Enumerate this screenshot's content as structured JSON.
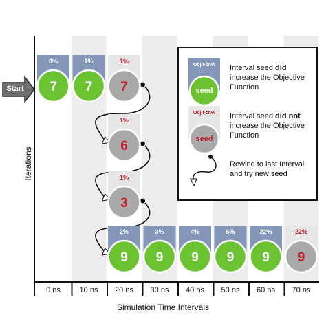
{
  "x_axis": {
    "label": "Simulation Time Intervals",
    "ticks": [
      "0 ns",
      "10 ns",
      "20 ns",
      "30 ns",
      "40 ns",
      "50 ns",
      "60 ns",
      "70 ns"
    ]
  },
  "y_axis": {
    "label": "Iterations"
  },
  "start_label": "Start",
  "rows": [
    {
      "cells": [
        {
          "interval": 0,
          "value": "7",
          "pct": "0%",
          "improved": true
        },
        {
          "interval": 1,
          "value": "7",
          "pct": "1%",
          "improved": true
        },
        {
          "interval": 2,
          "value": "7",
          "pct": "1%",
          "improved": false
        }
      ]
    },
    {
      "cells": [
        {
          "interval": 2,
          "value": "6",
          "pct": "1%",
          "improved": false
        }
      ]
    },
    {
      "cells": [
        {
          "interval": 2,
          "value": "3",
          "pct": "1%",
          "improved": false
        }
      ]
    },
    {
      "cells": [
        {
          "interval": 2,
          "value": "9",
          "pct": "2%",
          "improved": true
        },
        {
          "interval": 3,
          "value": "9",
          "pct": "3%",
          "improved": true
        },
        {
          "interval": 4,
          "value": "9",
          "pct": "4%",
          "improved": true
        },
        {
          "interval": 5,
          "value": "9",
          "pct": "6%",
          "improved": true
        },
        {
          "interval": 6,
          "value": "9",
          "pct": "22%",
          "improved": true
        },
        {
          "interval": 7,
          "value": "9",
          "pct": "22%",
          "improved": false
        }
      ]
    }
  ],
  "legend": {
    "obj_label": "Obj Fcn%",
    "seed_label": "seed",
    "improved_pre": "Interval seed ",
    "improved_bold": "did",
    "improved_post": " increase the Objective Function",
    "not_pre": "Interval seed ",
    "not_bold": "did not",
    "not_post": " increase the Objective Function",
    "rewind": "Rewind to last Interval and try new seed"
  },
  "colors": {
    "green": "#6cc332",
    "gray_circle": "#a9a9a9",
    "blue_box": "#8497b8",
    "light_box": "#e6e6e6",
    "red_text": "#c0222a",
    "stripe": "#ececec"
  }
}
